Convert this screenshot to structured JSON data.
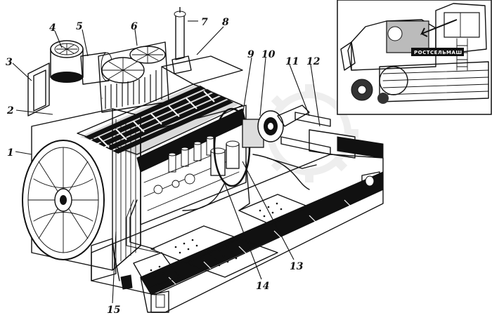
{
  "inset": {
    "brand_text": "РОСТСЕЛЬМАШ"
  },
  "callouts": [
    {
      "id": "1",
      "label": "1"
    },
    {
      "id": "2",
      "label": "2"
    },
    {
      "id": "3",
      "label": "3"
    },
    {
      "id": "4",
      "label": "4"
    },
    {
      "id": "5",
      "label": "5"
    },
    {
      "id": "6",
      "label": "6"
    },
    {
      "id": "7",
      "label": "7"
    },
    {
      "id": "8",
      "label": "8"
    },
    {
      "id": "9",
      "label": "9"
    },
    {
      "id": "10",
      "label": "10"
    },
    {
      "id": "11",
      "label": "11"
    },
    {
      "id": "12",
      "label": "12"
    },
    {
      "id": "13",
      "label": "13"
    },
    {
      "id": "14",
      "label": "14"
    },
    {
      "id": "15",
      "label": "15"
    }
  ],
  "colors": {
    "ink": "#111111",
    "paper": "#ffffff",
    "shade": "#555555"
  }
}
